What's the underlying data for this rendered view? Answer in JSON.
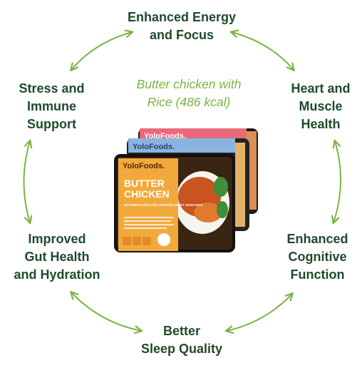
{
  "center": {
    "caption_line1": "Butter chicken with",
    "caption_line2": "Rice (486 kcal)"
  },
  "product": {
    "brand": "YoloFoods.",
    "name_line1": "BUTTER",
    "name_line2": "CHICKEN",
    "subtitle": "W/ PUMPKIN RICE AND CHOPPED SWEET SOUR PEAS"
  },
  "benefits": {
    "top": [
      "Enhanced Energy",
      "and Focus"
    ],
    "top_right": [
      "Heart and",
      "Muscle",
      "Health"
    ],
    "bottom_right": [
      "Enhanced",
      "Cognitive",
      "Function"
    ],
    "bottom": [
      "Better",
      "Sleep Quality"
    ],
    "bottom_left": [
      "Improved",
      "Gut Health",
      "and Hydration"
    ],
    "top_left": [
      "Stress and",
      "Immune",
      "Support"
    ]
  },
  "colors": {
    "text": "#1f4a2c",
    "arrow": "#7cb342",
    "caption": "#7cb342",
    "package_orange": "#f2a93b",
    "lid_pink": "#e96a7a",
    "lid_blue": "#8ab4e0",
    "tray": "#1a1a1a"
  }
}
